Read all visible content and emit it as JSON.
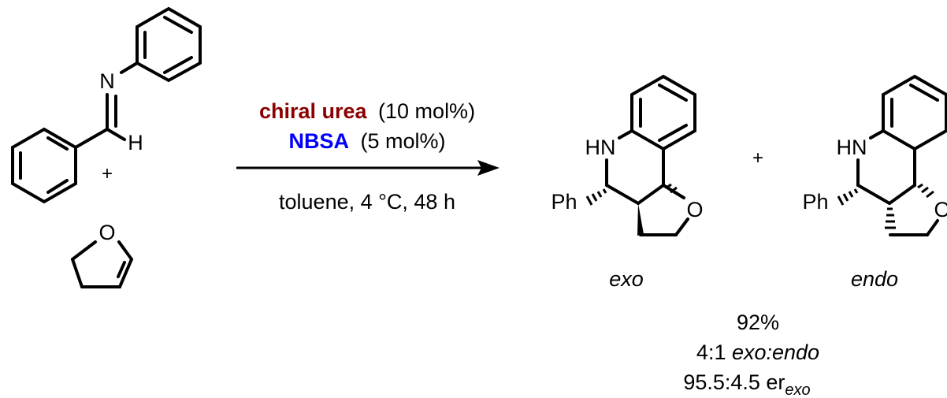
{
  "reagents": {
    "catalyst_name": "chiral urea",
    "catalyst_loading": "(10 mol%)",
    "acid_name": "NBSA",
    "acid_loading": "(5 mol%)",
    "conditions": "toluene, 4 °C, 48 h"
  },
  "starting_materials": {
    "imine_N": "N",
    "imine_H": "H",
    "plus": "+",
    "dihydrofuran_O": "O"
  },
  "products": {
    "plus": "+",
    "exo": {
      "NH": "HN",
      "Ph": "Ph",
      "O": "O",
      "label": "exo"
    },
    "endo": {
      "NH": "HN",
      "Ph": "Ph",
      "O": "O",
      "label": "endo"
    }
  },
  "results": {
    "yield": "92%",
    "ratio_prefix": "4:1 ",
    "ratio_label": "exo:endo",
    "er_prefix": "95.5:4.5 er",
    "er_subscript": "exo"
  },
  "colors": {
    "catalyst": "#8b0000",
    "acid": "#0000ff",
    "structure": "#000000"
  }
}
